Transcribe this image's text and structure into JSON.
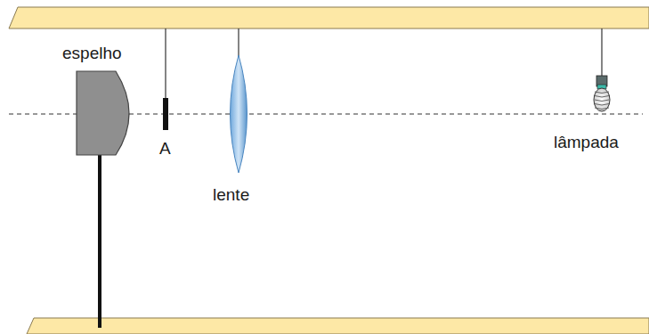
{
  "diagram": {
    "labels": [
      "espelho",
      "A",
      "lente",
      "lâmpada"
    ]
  }
}
